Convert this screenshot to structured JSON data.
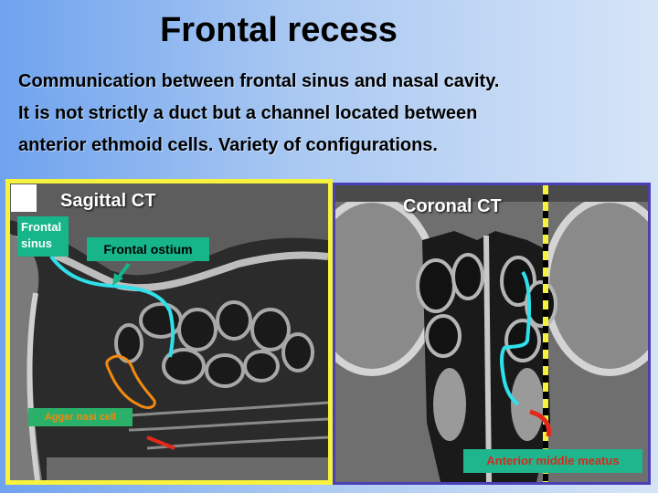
{
  "slide": {
    "title": "Frontal recess",
    "lines": [
      "Communication between frontal sinus and nasal cavity.",
      "It is not strictly a duct but a channel located between",
      "anterior ethmoid cells. Variety of configurations."
    ]
  },
  "sagittal": {
    "title": "Sagittal CT",
    "labels": {
      "frontal_sinus": "Frontal sinus",
      "frontal_ostium": "Frontal ostium",
      "agger_nasi_cell": "Agger nasi cell"
    }
  },
  "coronal": {
    "title": "Coronal CT",
    "labels": {
      "anterior_middle_meatus": "Anterior middle meatus"
    }
  },
  "colors": {
    "background_start": "#6fa3ee",
    "background_end": "#d6e4f7",
    "sagittal_border": "#f6f23d",
    "coronal_border": "#4b3fb5",
    "label_fill": "#16b58a",
    "outline_cyan": "#2fe0ea",
    "outline_orange": "#f28a10",
    "outline_red": "#e4281a",
    "guide_line_yellow": "#f6f23d"
  }
}
